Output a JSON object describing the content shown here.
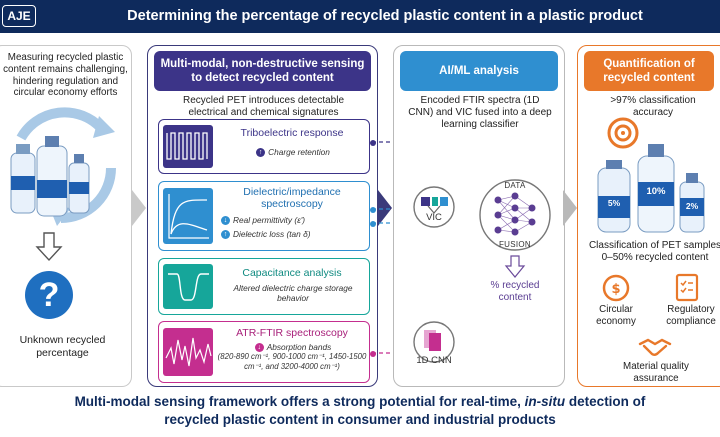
{
  "header": {
    "logo": "AJE",
    "title": "Determining the percentage of recycled plastic content in a plastic product"
  },
  "left": {
    "problem": "Measuring recycled plastic content remains challenging, hindering regulation and circular economy efforts",
    "question_mark": "?",
    "unknown": "Unknown recycled percentage"
  },
  "sensing": {
    "title": "Multi-modal, non-destructive sensing to detect recycled content",
    "intro": "Recycled PET introduces detectable electrical and chemical signatures",
    "cards": [
      {
        "title": "Triboelectric response",
        "bullets": [
          {
            "text": "Charge retention",
            "dir": "up"
          }
        ]
      },
      {
        "title": "Dielectric/impedance spectroscopy",
        "bullets": [
          {
            "text": "Real permittivity (ε')",
            "dir": "down"
          },
          {
            "text": "Dielectric loss (tan δ)",
            "dir": "up"
          }
        ]
      },
      {
        "title": "Capacitance analysis",
        "text": "Altered dielectric charge storage behavior"
      },
      {
        "title": "ATR-FTIR spectroscopy",
        "bullets": [
          {
            "text": "Absorption bands",
            "dir": "down"
          }
        ],
        "text": "(820-890 cm⁻¹, 900-1000 cm⁻¹, 1450-1500 cm⁻¹, and 3200-4000 cm⁻¹)"
      }
    ]
  },
  "ai": {
    "title": "AI/ML analysis",
    "desc": "Encoded FTIR spectra (1D CNN) and VIC fused into a deep learning classifier",
    "vic": "VIC",
    "cnn": "1D CNN",
    "data": "DATA",
    "fusion": "FUSION",
    "output": "% recycled content"
  },
  "quant": {
    "title": "Quantification of recycled content",
    "accuracy": "&gt;97% classification accuracy",
    "bottle_labels": [
      "5%",
      "10%",
      "2%"
    ],
    "classification": "Classification of PET samples 0–50% recycled content",
    "benefits": [
      "Circular economy",
      "Regulatory compliance",
      "Material quality assurance"
    ]
  },
  "footer": {
    "line1": "Multi-modal sensing framework offers a strong potential for real-time,",
    "line1_em": "in-situ",
    "line1_end": "detection of",
    "line2": "recycled plastic content in consumer and industrial products"
  },
  "colors": {
    "navy": "#0e2a5c",
    "purple": "#3c3488",
    "blue": "#2f8fd0",
    "orange": "#e8782a",
    "teal": "#16a69a",
    "magenta": "#c42e8f"
  }
}
